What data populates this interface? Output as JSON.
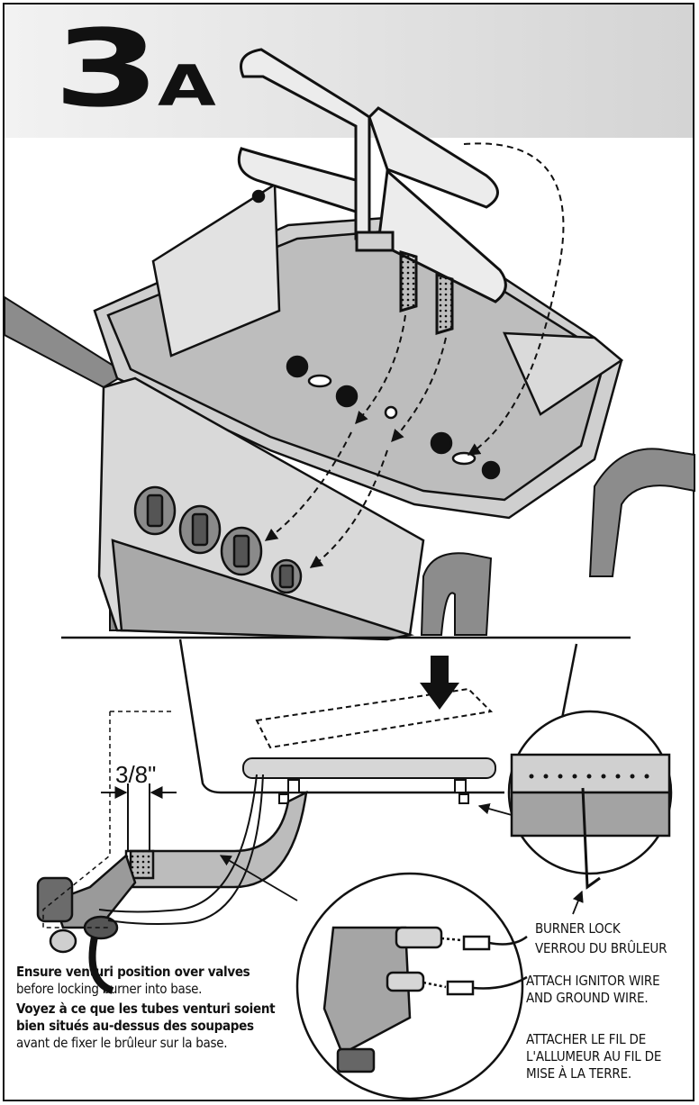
{
  "step": {
    "number": "3",
    "letter": "A"
  },
  "dimension_label": "3/8\"",
  "instructions": {
    "en_bold": "Ensure venturi position over valves",
    "en_rest": "before locking burner into base.",
    "fr_bold": "Voyez à ce que les tubes venturi soient bien situés au-dessus des soupapes",
    "fr_rest": "avant de fixer le brûleur sur la base."
  },
  "callouts": {
    "burner_lock_en": "BURNER LOCK",
    "burner_lock_fr": "VERROU DU BRÛLEUR",
    "attach_en": "ATTACH IGNITOR WIRE AND GROUND WIRE.",
    "attach_fr": "ATTACHER LE FIL DE L'ALLUMEUR AU FIL DE MISE À LA TERRE."
  },
  "colors": {
    "ink": "#111111",
    "header_light": "#f2f2f2",
    "header_dark": "#d4d4d4",
    "fill_gray": "#c8c8c8",
    "fill_mid": "#9a9a9a"
  }
}
